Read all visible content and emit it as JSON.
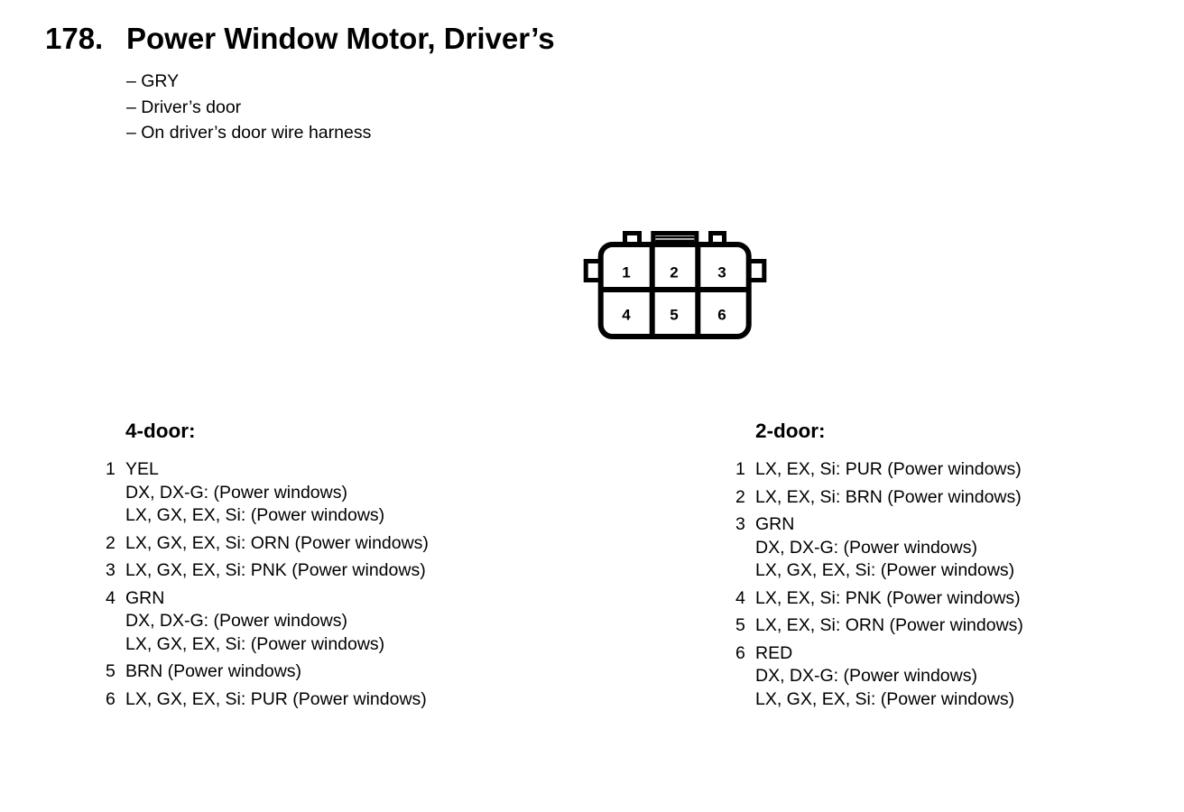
{
  "colors": {
    "ink": "#000000",
    "paper": "#ffffff"
  },
  "header": {
    "item_number": "178.",
    "title": "Power Window Motor, Driver’s",
    "bullets": [
      "– GRY",
      "– Driver’s door",
      "– On driver’s door wire harness"
    ]
  },
  "connector": {
    "pins": [
      "1",
      "2",
      "3",
      "4",
      "5",
      "6"
    ]
  },
  "columns": [
    {
      "heading": "4-door:",
      "entries": [
        {
          "pin": "1",
          "lines": [
            "YEL",
            "DX, DX-G: (Power windows)",
            "LX, GX, EX, Si: (Power windows)"
          ]
        },
        {
          "pin": "2",
          "lines": [
            "LX, GX, EX, Si: ORN (Power windows)"
          ]
        },
        {
          "pin": "3",
          "lines": [
            "LX, GX, EX, Si: PNK (Power windows)"
          ]
        },
        {
          "pin": "4",
          "lines": [
            "GRN",
            "DX, DX-G: (Power windows)",
            "LX, GX, EX, Si: (Power windows)"
          ]
        },
        {
          "pin": "5",
          "lines": [
            "BRN (Power windows)"
          ]
        },
        {
          "pin": "6",
          "lines": [
            "LX, GX, EX, Si: PUR (Power windows)"
          ]
        }
      ]
    },
    {
      "heading": "2-door:",
      "entries": [
        {
          "pin": "1",
          "lines": [
            "LX, EX, Si: PUR (Power windows)"
          ]
        },
        {
          "pin": "2",
          "lines": [
            "LX, EX, Si: BRN (Power windows)"
          ]
        },
        {
          "pin": "3",
          "lines": [
            "GRN",
            "DX, DX-G: (Power windows)",
            "LX, GX, EX, Si: (Power windows)"
          ]
        },
        {
          "pin": "4",
          "lines": [
            "LX, EX, Si: PNK (Power windows)"
          ]
        },
        {
          "pin": "5",
          "lines": [
            "LX, EX, Si: ORN (Power windows)"
          ]
        },
        {
          "pin": "6",
          "lines": [
            "RED",
            "DX, DX-G: (Power windows)",
            "LX, GX, EX, Si: (Power windows)"
          ]
        }
      ]
    }
  ]
}
